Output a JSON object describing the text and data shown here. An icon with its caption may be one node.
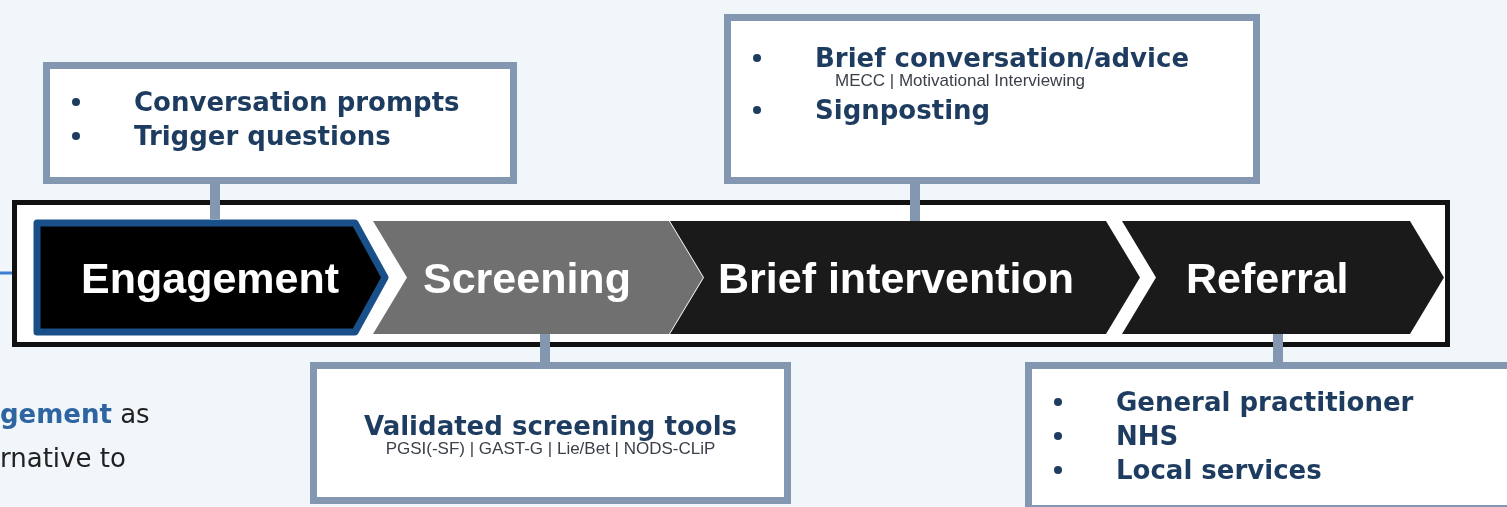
{
  "diagram": {
    "nodes": [
      {
        "text": [
          "Conversation prompts",
          "Trigger questions"
        ]
      },
      {
        "text": [
          "Brief conversation/advice",
          "MECC | Motivational Interviewing",
          "Signposting"
        ]
      },
      {
        "text": [],
        "shape": "bar"
      },
      {
        "text": [
          "Engagement"
        ],
        "in": 2
      },
      {
        "text": [
          "Screening"
        ],
        "in": 2
      },
      {
        "text": [
          "Brief intervention"
        ],
        "in": 2
      },
      {
        "text": [
          "Referral"
        ],
        "in": 2
      },
      {
        "text": [
          "Validated screening tools",
          "PGSI(-SF) | GAST-G | Lie/Bet | NODS-CLiP"
        ]
      },
      {
        "text": [
          "General practitioner",
          "NHS",
          "Local services"
        ]
      }
    ],
    "edges": [
      {
        "from": 0,
        "to": 3,
        "arrow": "none"
      },
      {
        "from": 1,
        "to": 5,
        "arrow": "none"
      },
      {
        "from": 7,
        "to": 4,
        "arrow": "none"
      },
      {
        "from": 8,
        "to": 6,
        "arrow": "none"
      }
    ],
    "labels": [
      "**gement** as rnative to"
    ]
  }
}
